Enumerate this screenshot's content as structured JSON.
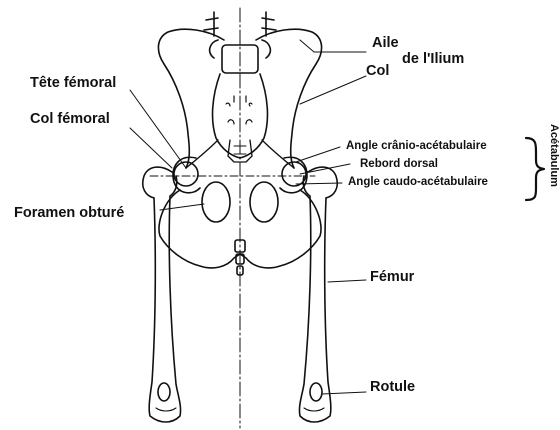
{
  "labels": {
    "aile": "Aile",
    "de_l_ilium": "de l'Ilium",
    "col_ilium": "Col",
    "tete_femoral": "Tête fémoral",
    "col_femoral": "Col fémoral",
    "angle_cranio": "Angle crânio-acétabulaire",
    "rebord_dorsal": "Rebord dorsal",
    "angle_caudo": "Angle caudo-acétabulaire",
    "acetabulum": "Acétabulum",
    "foramen": "Foramen obturé",
    "femur": "Fémur",
    "rotule": "Rotule"
  },
  "colors": {
    "ink": "#111111",
    "background": "#ffffff"
  }
}
